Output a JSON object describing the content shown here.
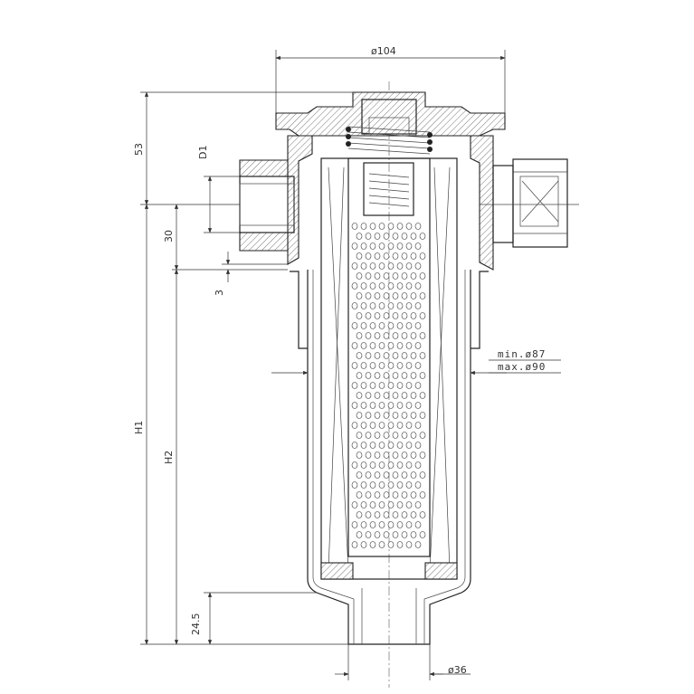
{
  "labels": {
    "outer_diameter": "ø104",
    "height_top": "53",
    "port_diameter": "D1",
    "dim_30": "30",
    "dim_3": "3",
    "height_total": "H1",
    "height_h2": "H2",
    "dim_24_5": "24.5",
    "bottom_diameter": "ø36",
    "min_diameter": "min.ø87",
    "max_diameter": "max.ø90"
  },
  "colors": {
    "line": "#222222",
    "hatch": "#555555",
    "background": "#ffffff"
  }
}
